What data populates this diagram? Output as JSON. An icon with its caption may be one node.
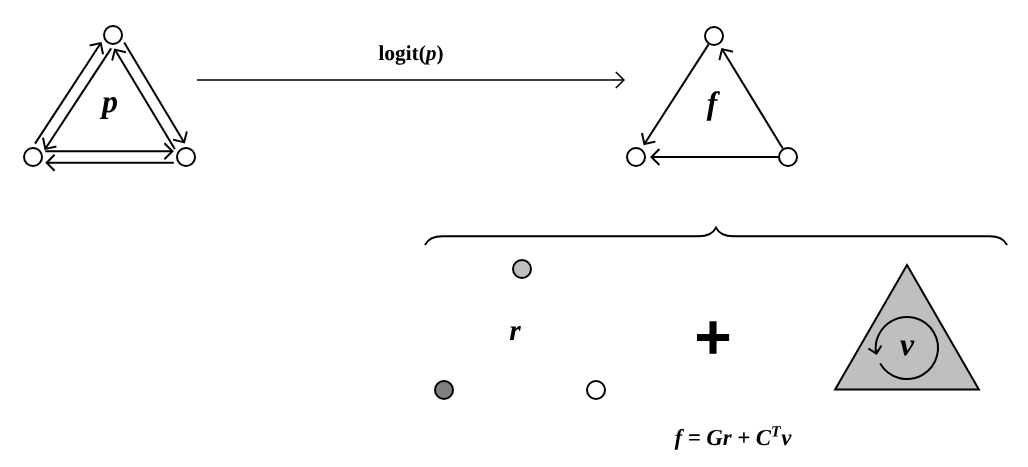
{
  "diagram": {
    "nodes": [
      {
        "text": [
          "p"
        ]
      },
      {
        "text": [],
        "shape": "circle",
        "in": 0
      },
      {
        "text": [],
        "shape": "circle",
        "in": 0
      },
      {
        "text": [],
        "shape": "circle",
        "in": 0
      },
      {
        "text": [
          "f"
        ]
      },
      {
        "text": [],
        "shape": "circle",
        "in": 4
      },
      {
        "text": [],
        "shape": "circle",
        "in": 4
      },
      {
        "text": [],
        "shape": "circle",
        "in": 4
      },
      {
        "text": [],
        "shape": "circle"
      },
      {
        "text": [],
        "shape": "circle"
      },
      {
        "text": [],
        "shape": "circle"
      },
      {
        "text": [
          "v"
        ]
      }
    ],
    "edges": [
      {
        "from": 2,
        "to": 1,
        "arrow": "to"
      },
      {
        "from": 1,
        "to": 2,
        "arrow": "to"
      },
      {
        "from": 1,
        "to": 3,
        "arrow": "to"
      },
      {
        "from": 3,
        "to": 1,
        "arrow": "to"
      },
      {
        "from": 2,
        "to": 3,
        "arrow": "to"
      },
      {
        "from": 3,
        "to": 2,
        "arrow": "to"
      },
      {
        "from": 5,
        "to": 6,
        "arrow": "to"
      },
      {
        "from": 7,
        "to": 5,
        "arrow": "to"
      },
      {
        "from": 7,
        "to": 6,
        "arrow": "to"
      },
      {
        "from": 0,
        "to": 4,
        "arrow": "to",
        "label": "logit(*p*)"
      }
    ],
    "labels": [
      "r",
      "+",
      "f = Gr + C$^{T}$v"
    ]
  }
}
